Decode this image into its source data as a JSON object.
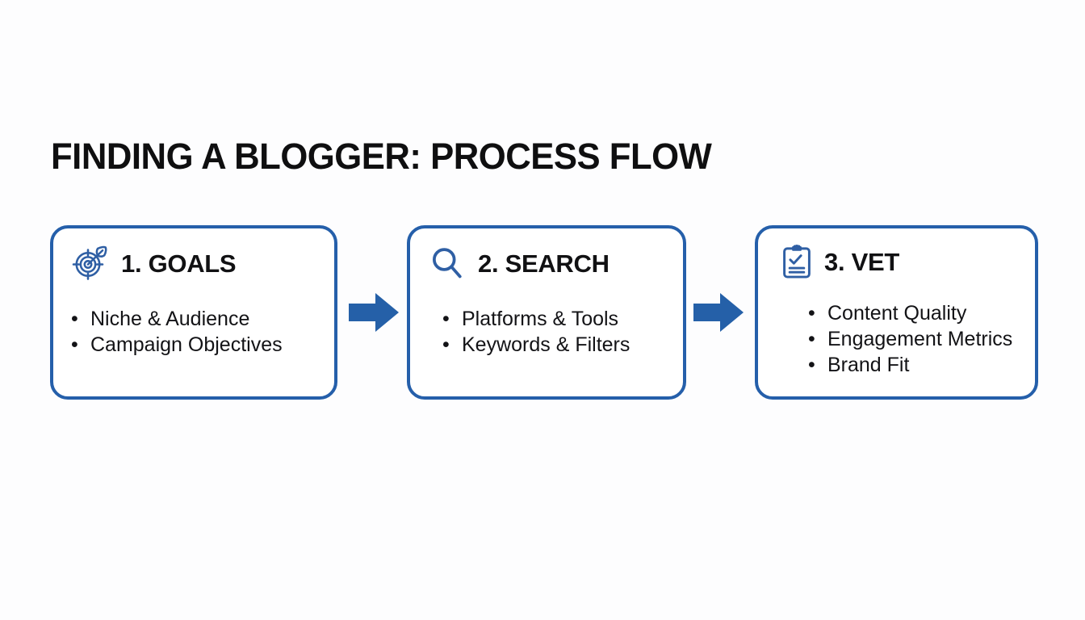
{
  "page": {
    "title": "FINDING A BLOGGER: PROCESS FLOW",
    "background_color": "#fdfdfe",
    "accent_color": "#255faa",
    "arrow_color": "#2560a8",
    "text_color": "#111113"
  },
  "flow": {
    "steps": [
      {
        "icon": "target-bullseye-arrow-icon",
        "title": "1. GOALS",
        "items": [
          "Niche & Audience",
          "Campaign Objectives"
        ]
      },
      {
        "icon": "magnifying-glass-icon",
        "title": "2. SEARCH",
        "items": [
          "Platforms & Tools",
          "Keywords & Filters"
        ]
      },
      {
        "icon": "clipboard-check-icon",
        "title": "3. VET",
        "items": [
          "Content Quality",
          "Engagement Metrics",
          "Brand Fit"
        ]
      }
    ],
    "connectors": [
      {
        "icon": "arrow-right-icon",
        "from": "1. GOALS",
        "to": "2. SEARCH"
      },
      {
        "icon": "arrow-right-icon",
        "from": "2. SEARCH",
        "to": "3. VET"
      }
    ]
  }
}
